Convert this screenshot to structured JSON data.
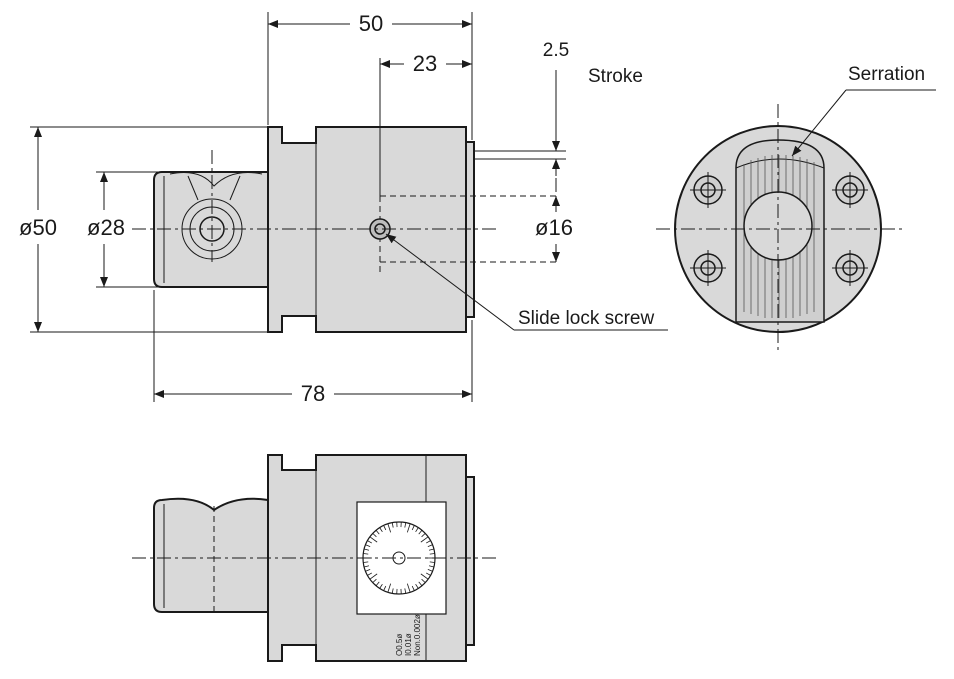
{
  "dimensions": {
    "length_overall": "78",
    "body_length": "50",
    "lock_position": "23",
    "stroke": "2.5",
    "outer_diameter": "ø50",
    "shank_diameter": "ø28",
    "bore_diameter": "ø16"
  },
  "labels": {
    "stroke": "Stroke",
    "serration": "Serration",
    "slide_lock_screw": "Slide lock screw"
  },
  "dial_plate": {
    "line1": "O0.5ø",
    "line2": "I0.01ø",
    "line3": "Non.0.002ø"
  }
}
